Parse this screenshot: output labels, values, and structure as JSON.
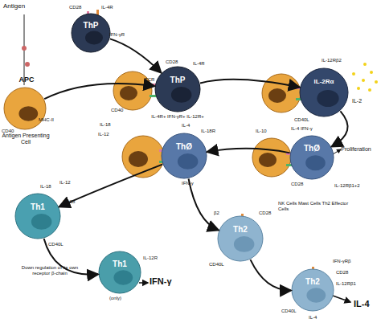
{
  "diagram": {
    "nodes": [
      {
        "text": [
          "APC",
          "Antigen Presenting Cell"
        ]
      },
      {
        "text": [
          "ThP"
        ]
      },
      {
        "text": [
          "ThP",
          "IL-4R+ IFN-γR+ IL-12R+"
        ]
      },
      {
        "text": [
          "IL-2Rα"
        ]
      },
      {
        "text": [
          "ThØ",
          "Proliferation"
        ]
      },
      {
        "text": [
          "ThØ"
        ]
      },
      {
        "text": [
          "Th1",
          "Down regulation of its own receptor β-chain"
        ]
      },
      {
        "text": [
          "Th1"
        ]
      },
      {
        "text": [
          "Th2"
        ]
      },
      {
        "text": [
          "Th2"
        ]
      }
    ],
    "edges": [
      {
        "from": 0,
        "to": 2,
        "arrow": "to"
      },
      {
        "from": 1,
        "to": 2,
        "arrow": "to"
      },
      {
        "from": 2,
        "to": 3,
        "arrow": "to"
      },
      {
        "from": 3,
        "to": 4,
        "arrow": "to"
      },
      {
        "from": 4,
        "to": 5,
        "arrow": "to"
      },
      {
        "from": 5,
        "to": 6,
        "arrow": "to"
      },
      {
        "from": 5,
        "to": 8,
        "arrow": "to"
      },
      {
        "from": 6,
        "to": 7,
        "arrow": "to"
      },
      {
        "from": 8,
        "to": 9,
        "arrow": "to"
      }
    ],
    "labels": [
      "Antigen",
      "MHC-II",
      "CD40",
      "CD28",
      "IL-4R",
      "IFN-γR",
      "TCR",
      "CD40",
      "CD28",
      "IL-4R",
      "IL-12Rβ2",
      "CD40L",
      "IL-2",
      "IL-18",
      "IL-12",
      "IL-18R",
      "IL-4",
      "IFN-γ",
      "IL-10",
      "IL-4 IFN-γ",
      "CD28",
      "IL-12Rβ1+2",
      "IL-12",
      "IL-18",
      "CD28",
      "CD40L",
      "IL-12R",
      "(only)",
      "IFN-γ",
      "β2",
      "CD28",
      "CD40L",
      "NK Cells Mast Cells Th2 Effector Cells",
      "IFN-γRβ",
      "CD28",
      "CD40L",
      "IL-12Rβ1",
      "IL-4",
      "IL-4"
    ]
  }
}
